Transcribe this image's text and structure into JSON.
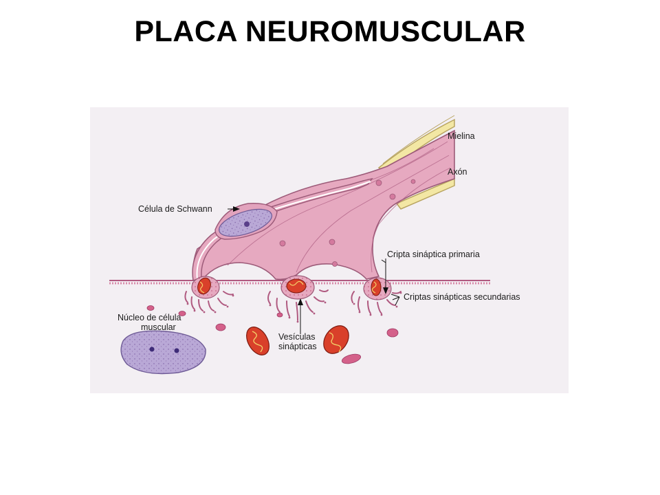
{
  "title": "PLACA NEUROMUSCULAR",
  "labels": {
    "mielina": "Mielina",
    "axon": "Axón",
    "schwann": "Célula de Schwann",
    "cripta_primaria": "Cripta sináptica primaria",
    "criptas_secundarias": "Criptas sinápticas secundarias",
    "nucleo_line1": "Núcleo de célula",
    "nucleo_line2": "muscular",
    "vesiculas_line1": "Vesículas",
    "vesiculas_line2": "sinápticas"
  },
  "colors": {
    "background_panel": "#f3eff3",
    "axon_fill": "#e6a9c0",
    "axon_stroke": "#9c5a78",
    "myelin": "#f3e7a4",
    "nucleus": "#b9a8d6",
    "mitochondria": "#d9402a"
  }
}
